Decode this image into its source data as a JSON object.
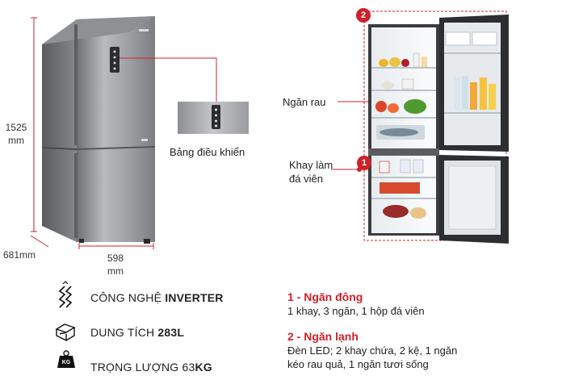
{
  "dimensions": {
    "height_value": "1525",
    "height_unit": "mm",
    "depth": "681mm",
    "width_value": "598",
    "width_unit": "mm"
  },
  "callouts": {
    "control_panel": "Bảng điều khiển",
    "vegetable_drawer": "Ngăn rau",
    "ice_tray_line1": "Khay làm",
    "ice_tray_line2": "đá viên"
  },
  "badges": {
    "freezer": "1",
    "fridge": "2"
  },
  "features": [
    {
      "icon": "inverter-icon",
      "text": "CÔNG NGHỆ ",
      "strong": "INVERTER"
    },
    {
      "icon": "capacity-icon",
      "text": "DUNG TÍCH ",
      "strong": "283L"
    },
    {
      "icon": "weight-icon",
      "text": "TRỌNG LƯỢNG 63",
      "strong": "KG",
      "icon_text": "KG"
    }
  ],
  "compartments": {
    "freezer_title": "1 - Ngăn đông",
    "freezer_desc": "1 khay, 3 ngăn, 1 hộp đá viên",
    "fridge_title": "2 - Ngăn lạnh",
    "fridge_desc_line1": "Đèn LED; 2 khay chứa, 2 kệ, 1 ngăn",
    "fridge_desc_line2": "kéo rau quả, 1 ngăn tươi sống"
  },
  "colors": {
    "accent_red": "#d0212b",
    "steel": "#9a9ca0"
  }
}
